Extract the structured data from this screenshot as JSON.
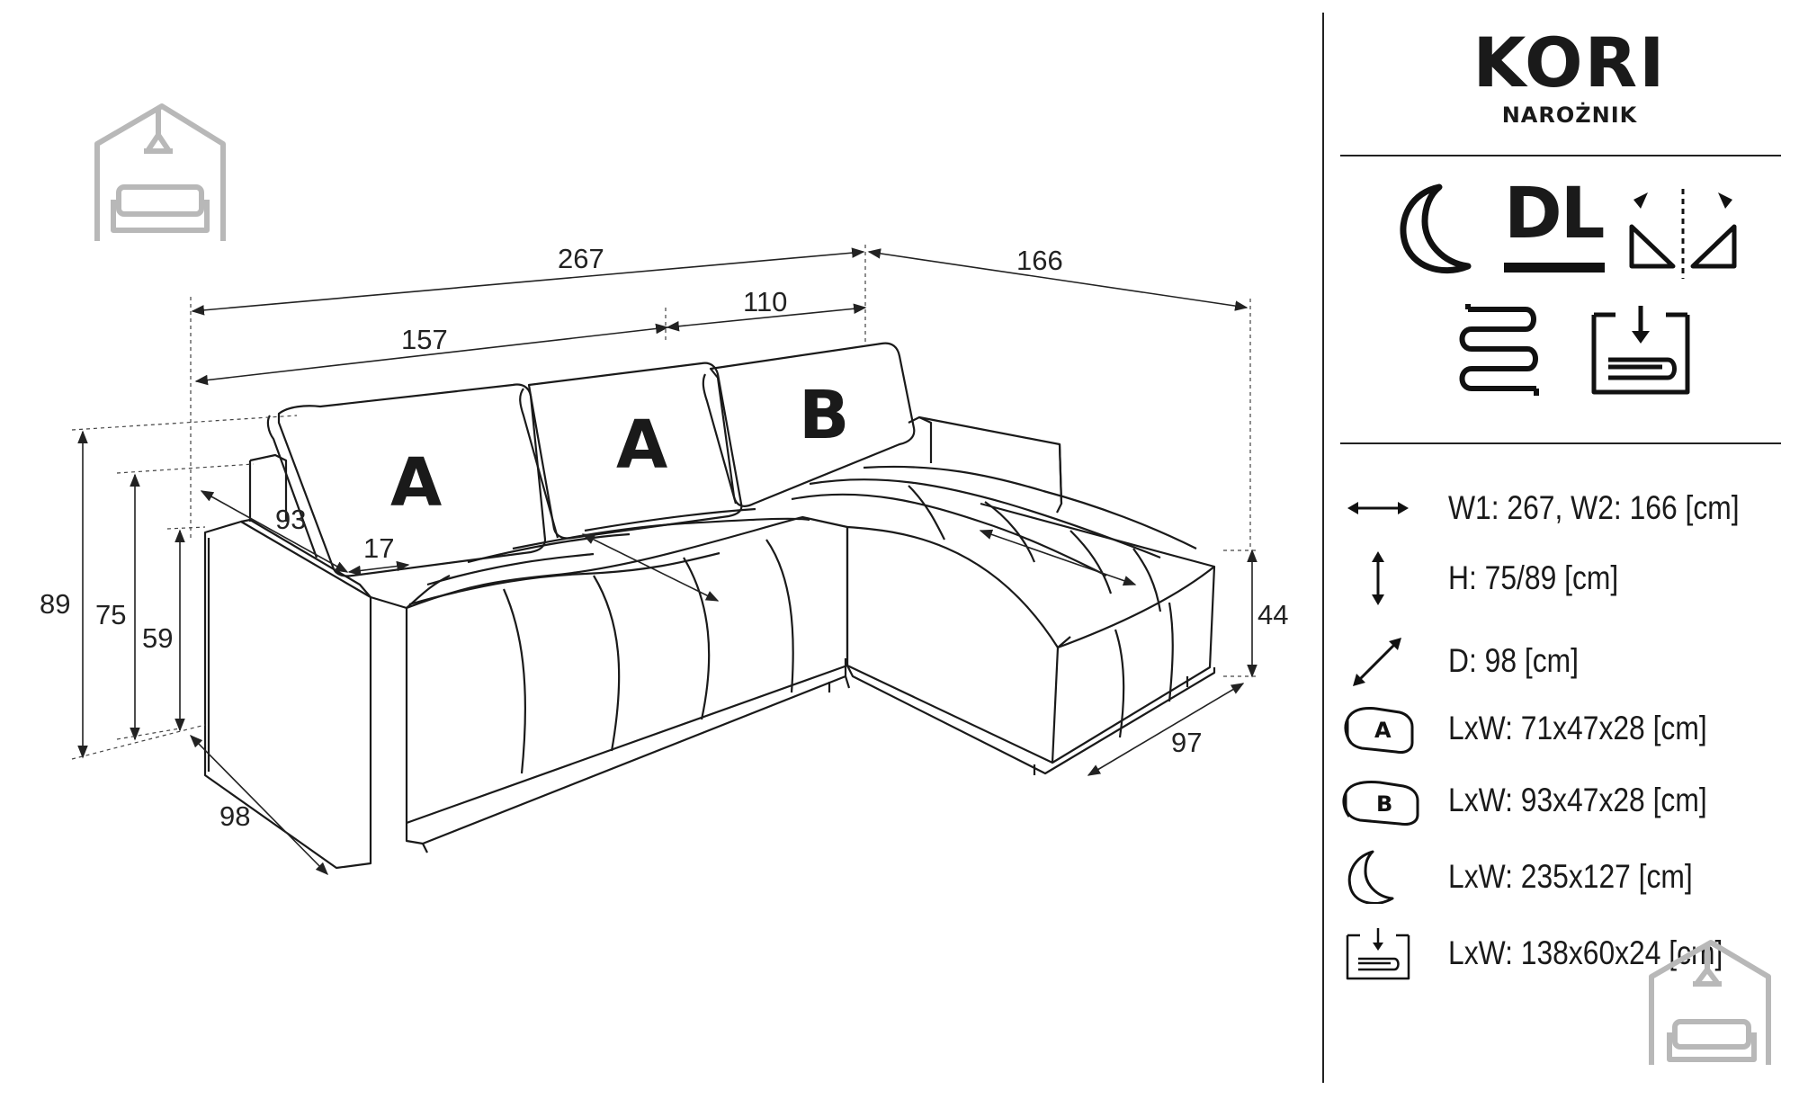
{
  "brand": {
    "name": "KORI",
    "subtitle": "NAROŻNIK"
  },
  "feature_icons": {
    "top_row": [
      "moon-sleep-icon",
      "dl-orientation-badge",
      "mirror-left-right-icon"
    ],
    "bottom_row": [
      "spring-zigzag-icon",
      "storage-container-icon"
    ],
    "dl_label": "DL"
  },
  "dimensions": {
    "top_total": "267",
    "top_left_segment": "157",
    "top_right_segment": "110",
    "chaise_length": "166",
    "seat_depth_label": "93",
    "armrest_width": "17",
    "height_back": "89",
    "height_armrest": "75",
    "height_seat": "59",
    "depth_left": "98",
    "depth_chaise": "97",
    "height_chaise": "44"
  },
  "cushions": {
    "left": "A",
    "middle": "A",
    "right": "B"
  },
  "specs": [
    {
      "icon": "horizontal-arrows-icon",
      "text": "W1: 267, W2: 166 [cm]"
    },
    {
      "icon": "vertical-arrows-icon",
      "text": "H: 75/89 [cm]"
    },
    {
      "icon": "diagonal-arrows-icon",
      "text": "D: 98 [cm]"
    },
    {
      "icon": "cushion-a-icon",
      "badge": "A",
      "text": "LxW: 71x47x28 [cm]"
    },
    {
      "icon": "cushion-b-icon",
      "badge": "B",
      "text": "LxW: 93x47x28 [cm]"
    },
    {
      "icon": "moon-icon",
      "text": "LxW: 235x127 [cm]"
    },
    {
      "icon": "storage-icon",
      "text": "LxW: 138x60x24 [cm]"
    }
  ],
  "colors": {
    "line": "#1a1a1a",
    "watermark": "#b8b8b8",
    "background": "#ffffff"
  }
}
